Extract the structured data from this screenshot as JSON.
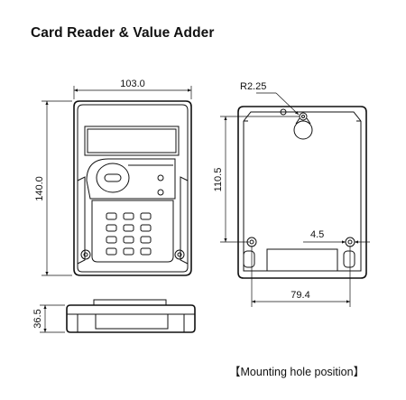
{
  "title": "Card Reader & Value Adder",
  "caption": "【Mounting hole position】",
  "dimensions": {
    "width": "103.0",
    "height": "140.0",
    "depth": "36.5",
    "radius": "R2.25",
    "hole_vertical": "110.5",
    "hole_horizontal": "79.4",
    "hole_offset": "4.5"
  }
}
